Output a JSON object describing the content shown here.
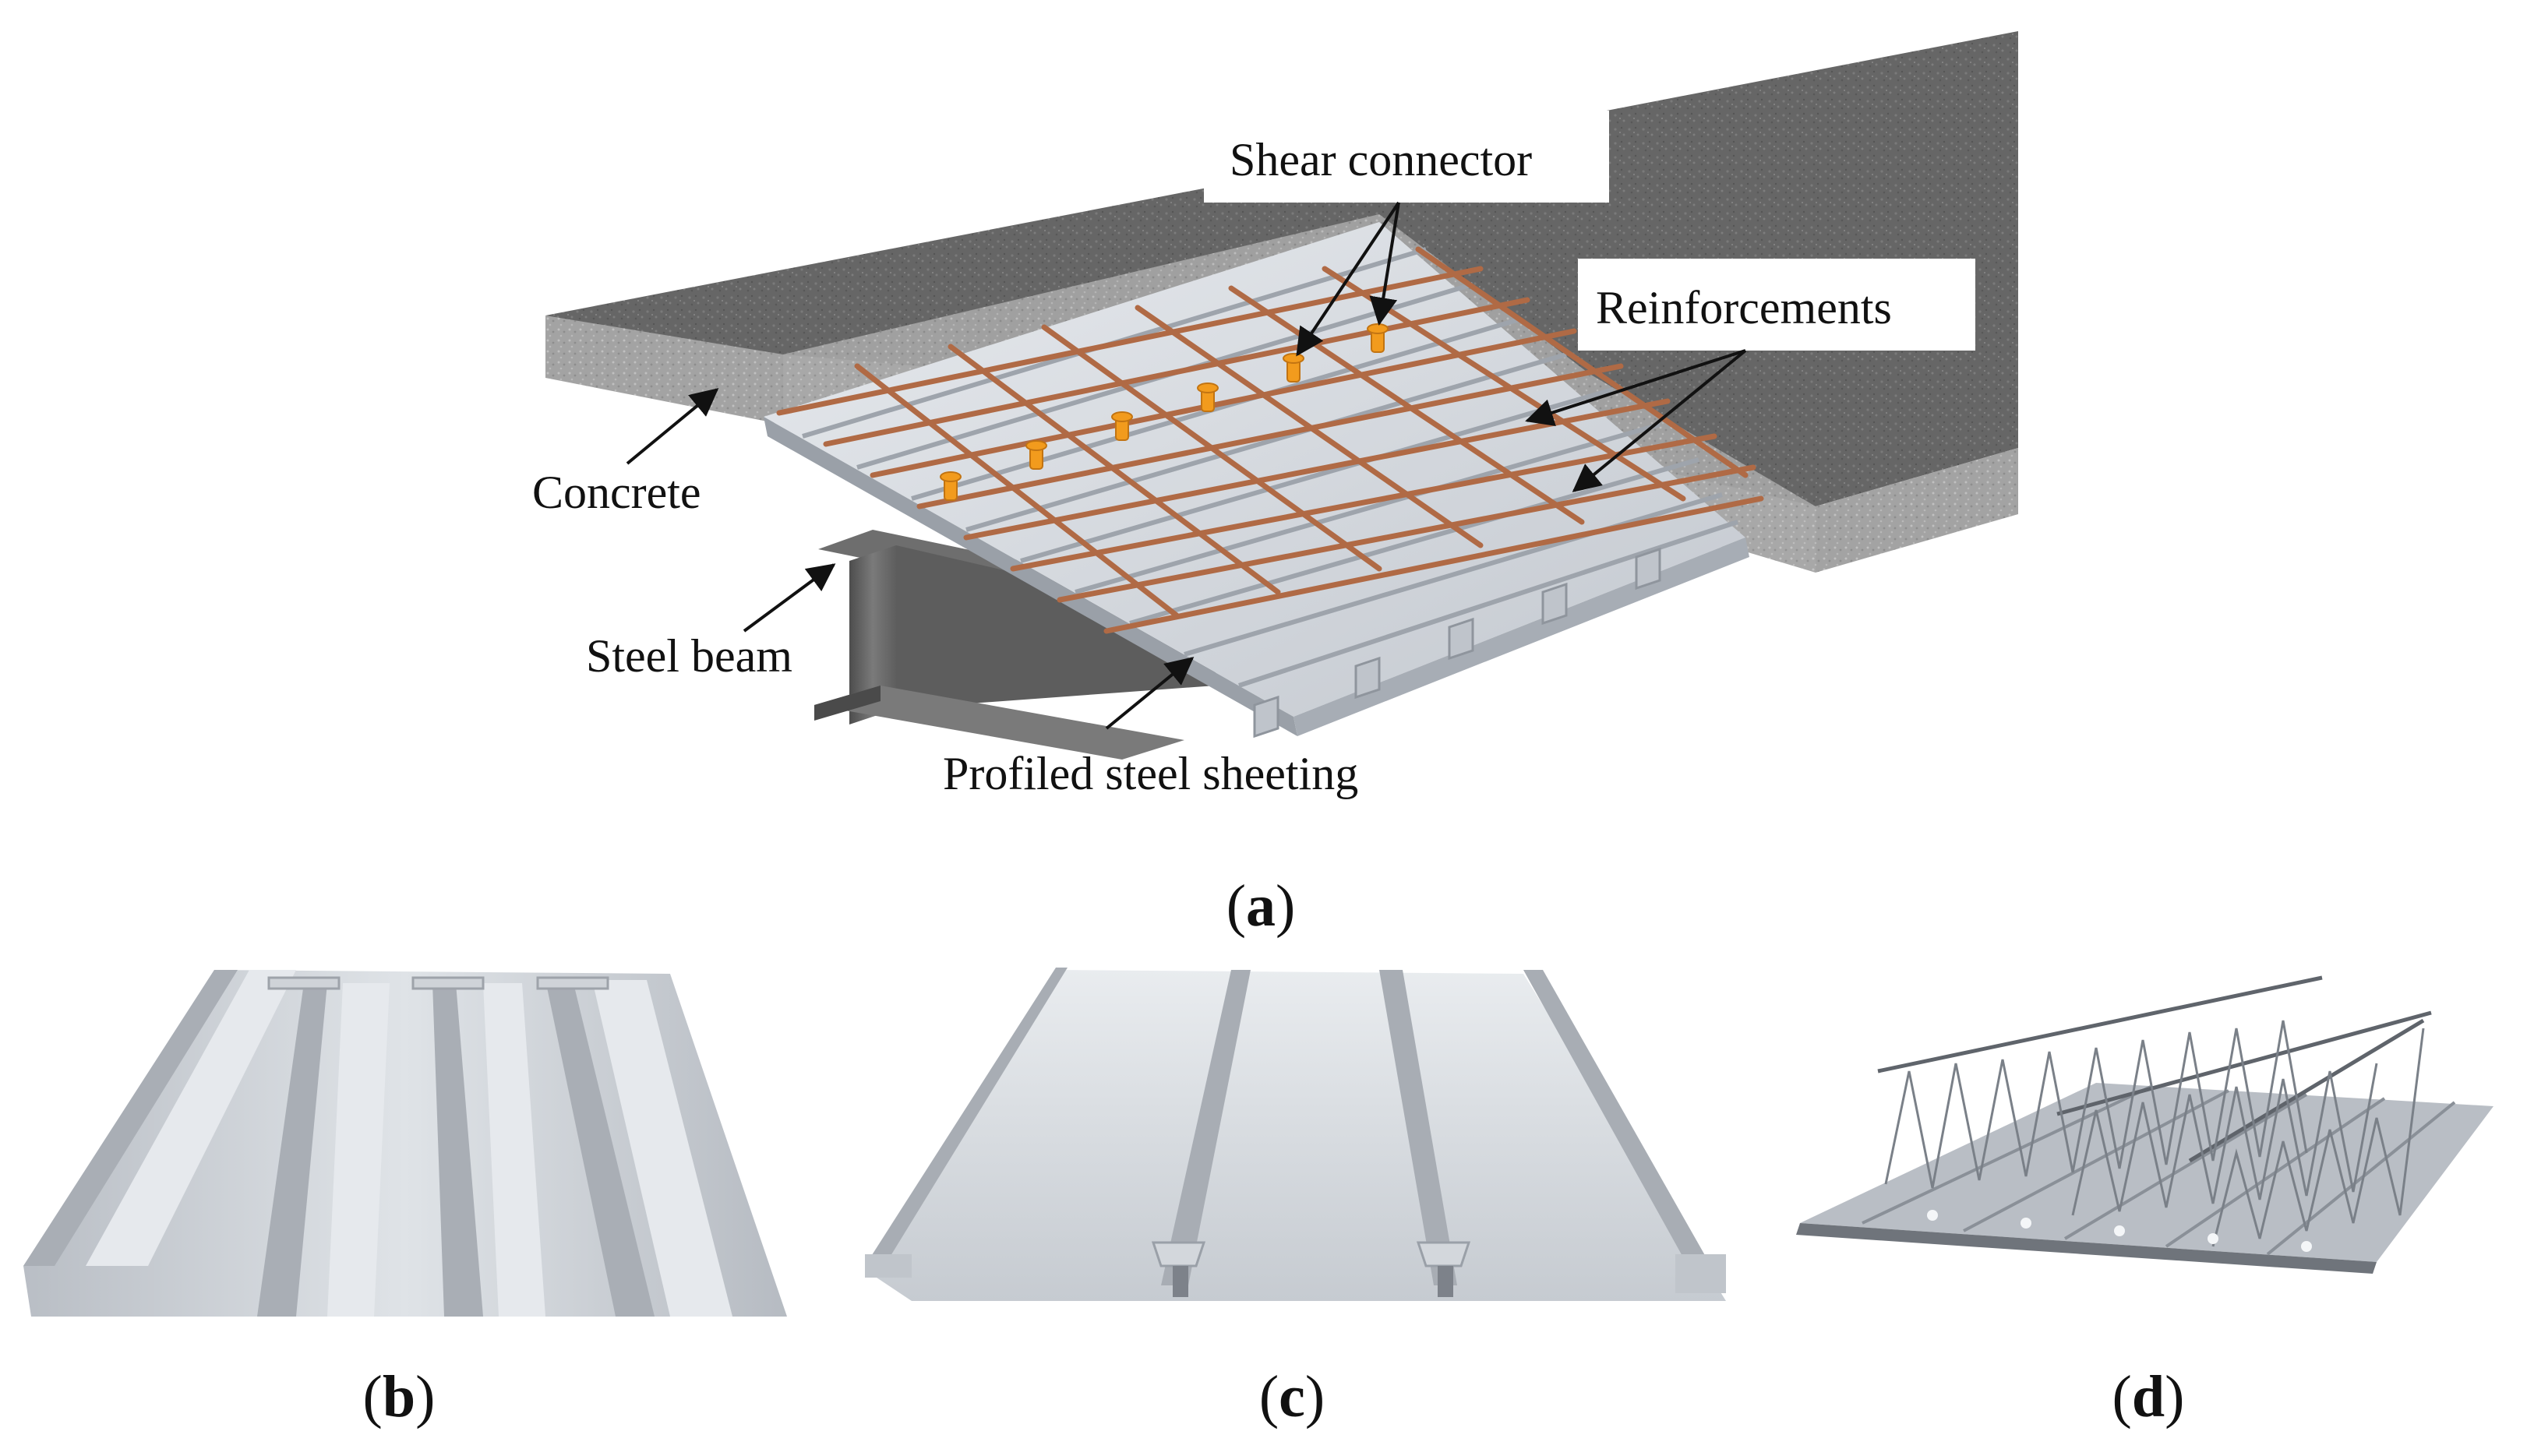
{
  "figure_a": {
    "labels": {
      "shear_connector": "Shear connector",
      "reinforcements": "Reinforcements",
      "concrete": "Concrete",
      "steel_beam": "Steel beam",
      "profiled_steel_sheeting": "Profiled steel sheeting"
    },
    "caption_letter": "a"
  },
  "figure_b": {
    "caption_letter": "b"
  },
  "figure_c": {
    "caption_letter": "c"
  },
  "figure_d": {
    "caption_letter": "d"
  },
  "caption_open": "(",
  "caption_close": ")",
  "colors": {
    "concrete": "#6b6b6b",
    "concrete_edge": "#9a9a9a",
    "steel_light": "#d9dde2",
    "steel_mid": "#b7bcc3",
    "steel_dark": "#8d939b",
    "beam": "#5a5a5a",
    "rebar": "#b06a45",
    "stud": "#f29b1d"
  },
  "icons": {
    "composite_slab": "composite-slab-illustration",
    "trapezoidal_deck": "trapezoidal-deck-illustration",
    "reentrant_deck": "reentrant-deck-illustration",
    "truss_deck": "truss-deck-illustration"
  }
}
